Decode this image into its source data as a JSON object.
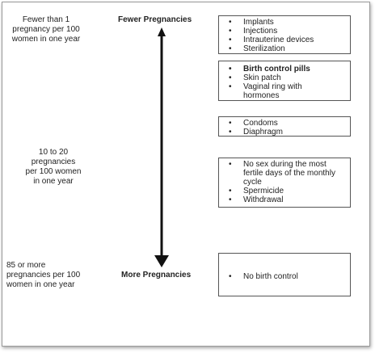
{
  "rates": {
    "top": [
      "Fewer than 1",
      "pregnancy per 100",
      "women in one year"
    ],
    "middle": [
      "10 to 20",
      "pregnancies",
      "per 100 women",
      "in one year"
    ],
    "bottom": [
      "85 or more",
      "pregnancies per 100",
      "women in one year"
    ]
  },
  "arrow": {
    "top_label": "Fewer Pregnancies",
    "bottom_label": "More Pregnancies"
  },
  "methods": [
    {
      "items": [
        {
          "text": "Implants"
        },
        {
          "text": "Injections"
        },
        {
          "text": "Intrauterine devices"
        },
        {
          "text": "Sterilization"
        }
      ]
    },
    {
      "items": [
        {
          "text": "Birth control pills",
          "bold": true
        },
        {
          "text": "Skin patch"
        },
        {
          "text": "Vaginal ring with hormones"
        }
      ]
    },
    {
      "items": [
        {
          "text": "Condoms"
        },
        {
          "text": "Diaphragm"
        }
      ]
    },
    {
      "items": [
        {
          "text": "No sex during the most fertile days of the monthly cycle"
        },
        {
          "text": "Spermicide"
        },
        {
          "text": "Withdrawal"
        }
      ]
    },
    {
      "items": [
        {
          "text": "No birth control"
        }
      ]
    }
  ]
}
